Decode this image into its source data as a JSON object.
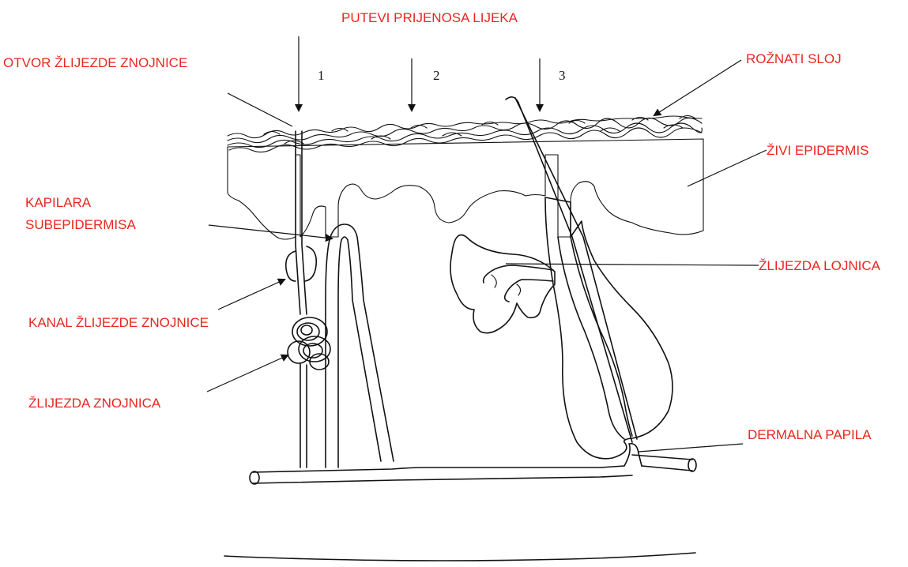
{
  "title": "PUTEVI PRIJENOSA LIJEKA",
  "pathway_numbers": [
    "1",
    "2",
    "3"
  ],
  "labels": {
    "sweat_gland_opening": "OTVOR ŽLIJEZDE ZNOJNICE",
    "capillary": "KAPILARA\nSUBEPIDERMISA",
    "capillary_line1": "KAPILARA",
    "capillary_line2": "SUBEPIDERMISA",
    "sweat_duct": "KANAL ŽLIJEZDE ZNOJNICE",
    "sweat_gland": "ŽLIJEZDA ZNOJNICA",
    "stratum_corneum": "ROŽNATI SLOJ",
    "viable_epidermis": "ŽIVI EPIDERMIS",
    "sebaceous_gland": "ŽLIJEZDA LOJNICA",
    "dermal_papilla": "DERMALNA PAPILA"
  },
  "colors": {
    "label": "#e8271e",
    "ink": "#111111",
    "background": "#ffffff"
  }
}
